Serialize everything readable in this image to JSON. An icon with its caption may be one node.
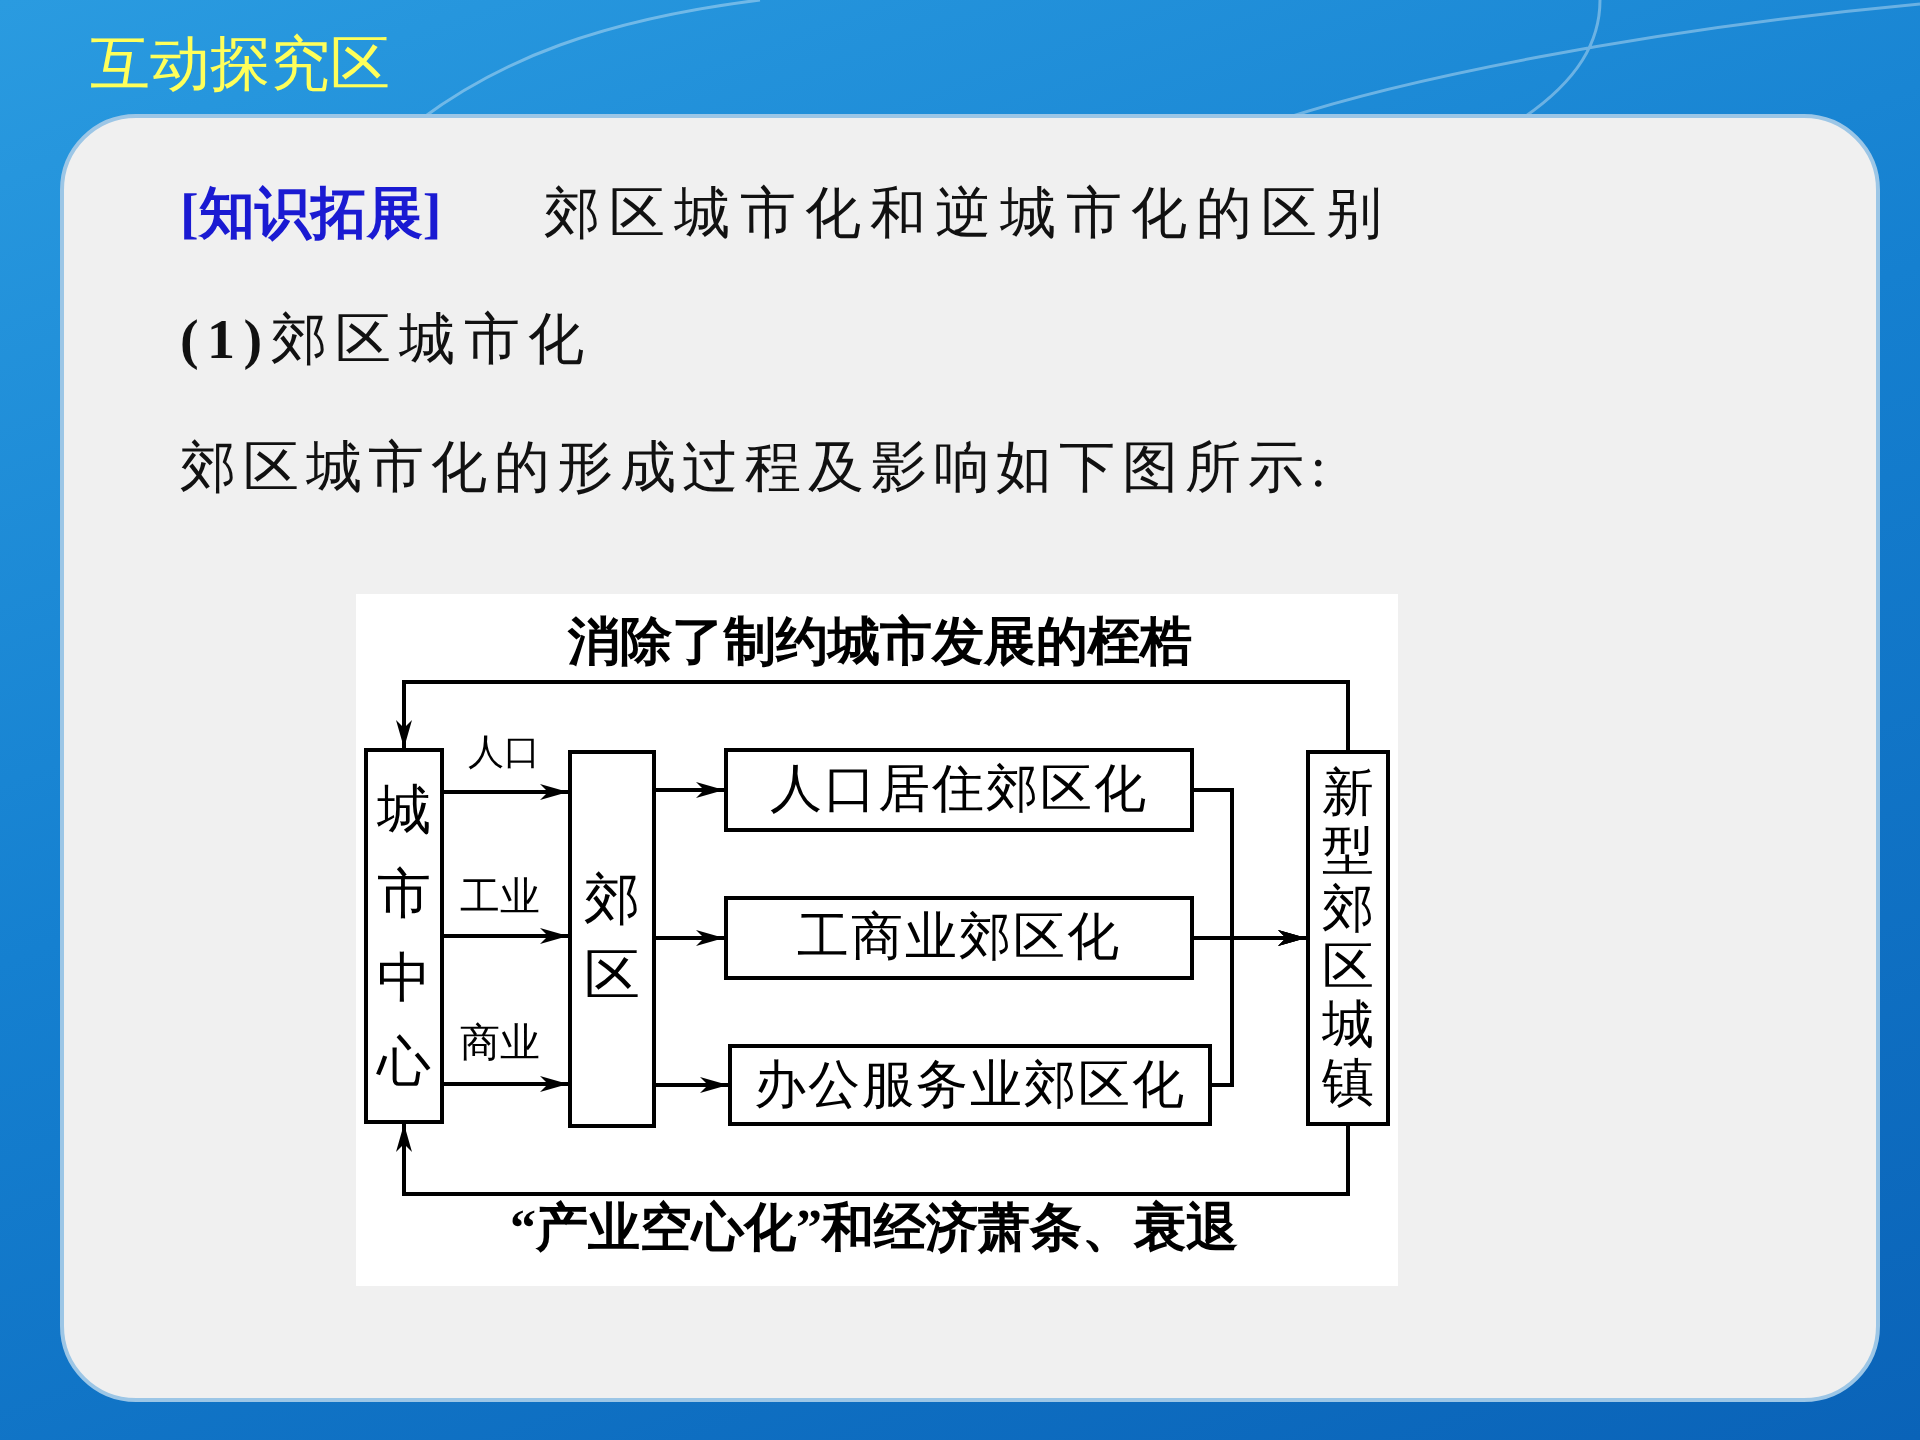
{
  "diagram": {
    "title": "互动探究区",
    "nodes": [
      {
        "text": [
          "城市中心"
        ]
      },
      {
        "text": [
          "郊区"
        ]
      },
      {
        "text": [
          "人口居住郊区化"
        ]
      },
      {
        "text": [
          "工商业郊区化"
        ]
      },
      {
        "text": [
          "办公服务业郊区化"
        ]
      },
      {
        "text": [
          "新型郊区城镇"
        ]
      }
    ],
    "edges": [
      {
        "from": 0,
        "to": 1,
        "arrow": "to",
        "label": "人口"
      },
      {
        "from": 0,
        "to": 1,
        "arrow": "to",
        "label": "工业"
      },
      {
        "from": 0,
        "to": 1,
        "arrow": "to",
        "label": "商业"
      },
      {
        "from": 1,
        "to": 2,
        "arrow": "to"
      },
      {
        "from": 1,
        "to": 3,
        "arrow": "to"
      },
      {
        "from": 1,
        "to": 4,
        "arrow": "to"
      },
      {
        "from": 2,
        "to": 5,
        "arrow": "to"
      },
      {
        "from": 3,
        "to": 5,
        "arrow": "to"
      },
      {
        "from": 4,
        "to": 5,
        "arrow": "to"
      },
      {
        "from": 5,
        "to": 0,
        "arrow": "to",
        "label": "消除了制约城市发展的桎梏"
      },
      {
        "from": 5,
        "to": 0,
        "arrow": "to",
        "label": "“产业空心化”和经济萧条、衰退"
      }
    ],
    "labels": [
      "[知识拓展]",
      "郊区城市化和逆城市化的区别",
      "**(1)**郊区城市化",
      "郊区城市化的形成过程及影响如下图所示:"
    ]
  }
}
